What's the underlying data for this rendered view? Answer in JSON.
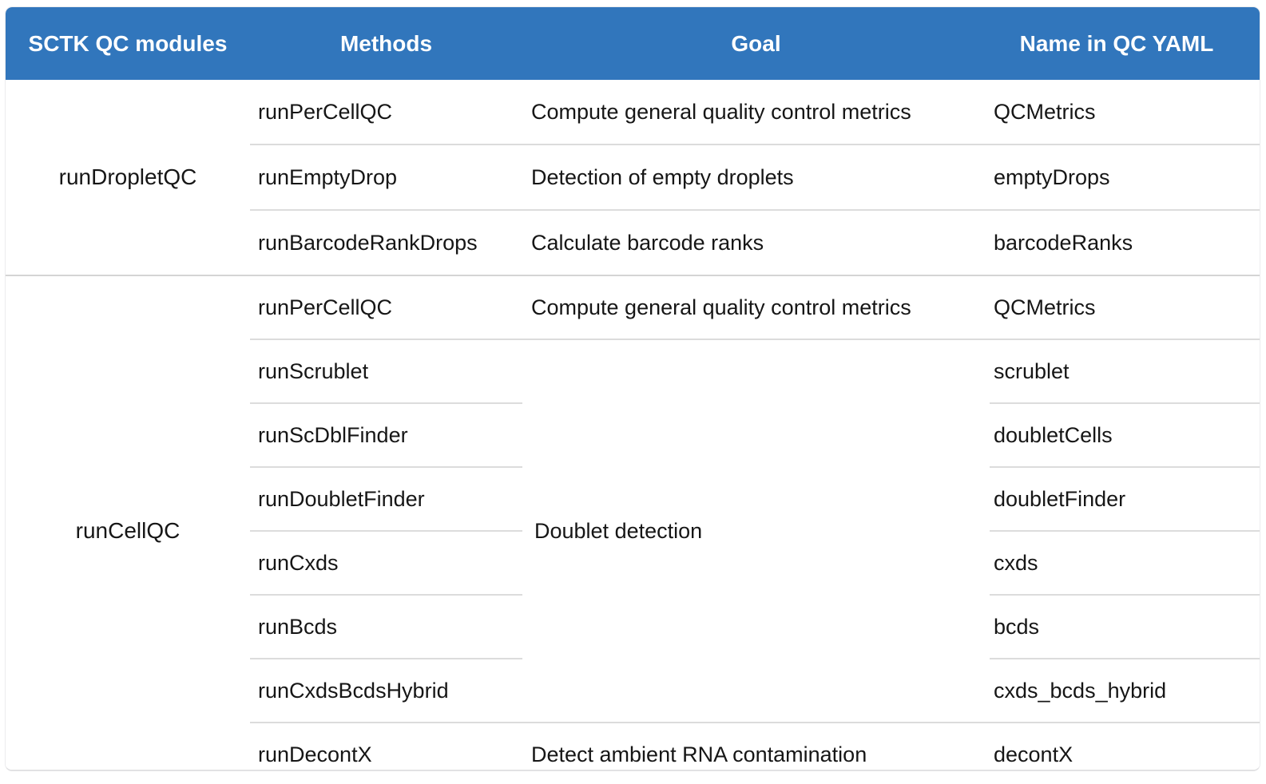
{
  "table": {
    "title_semantics": "SCTK quality-control modules overview table",
    "columns": [
      "SCTK QC modules",
      "Methods",
      "Goal",
      "Name in QC YAML"
    ],
    "groups": [
      {
        "module": "runDropletQC",
        "rows": [
          {
            "method": "runPerCellQC",
            "goal": "Compute general quality control metrics",
            "yaml": "QCMetrics"
          },
          {
            "method": "runEmptyDrop",
            "goal": "Detection of empty droplets",
            "yaml": "emptyDrops"
          },
          {
            "method": "runBarcodeRankDrops",
            "goal": "Calculate barcode ranks",
            "yaml": "barcodeRanks"
          }
        ]
      },
      {
        "module": "runCellQC",
        "rows": [
          {
            "method": "runPerCellQC",
            "goal": "Compute general quality control metrics",
            "yaml": "QCMetrics"
          },
          {
            "method": "runScrublet",
            "goal": "Doublet detection",
            "goal_rowspan": 6,
            "yaml": "scrublet"
          },
          {
            "method": "runScDblFinder",
            "yaml": "doubletCells"
          },
          {
            "method": "runDoubletFinder",
            "yaml": "doubletFinder"
          },
          {
            "method": "runCxds",
            "yaml": "cxds"
          },
          {
            "method": "runBcds",
            "yaml": "bcds"
          },
          {
            "method": "runCxdsBcdsHybrid",
            "yaml": "cxds_bcds_hybrid"
          },
          {
            "method": "runDecontX",
            "goal": "Detect ambient RNA contamination",
            "yaml": "decontX"
          }
        ]
      }
    ],
    "colors": {
      "header_bg": "#3176bc",
      "header_text": "#ffffff",
      "body_text": "#161616",
      "row_divider": "#dcdcdc",
      "group_divider": "#d4d4d4"
    }
  }
}
